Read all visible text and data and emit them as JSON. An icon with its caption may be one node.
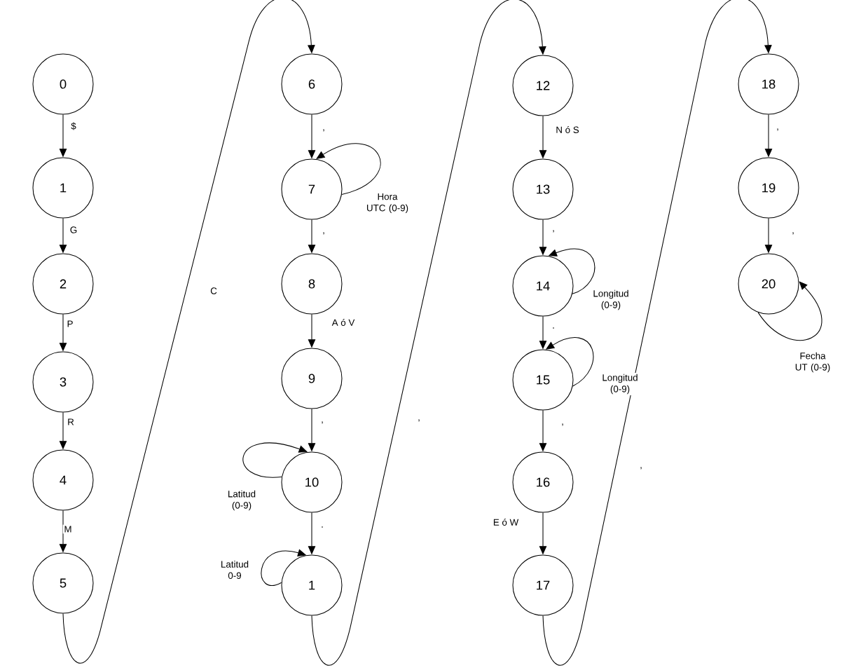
{
  "diagram": {
    "nodes": [
      {
        "text": [
          "0"
        ]
      },
      {
        "text": [
          "1"
        ]
      },
      {
        "text": [
          "2"
        ]
      },
      {
        "text": [
          "3"
        ]
      },
      {
        "text": [
          "4"
        ]
      },
      {
        "text": [
          "5"
        ]
      },
      {
        "text": [
          "6"
        ]
      },
      {
        "text": [
          "7"
        ]
      },
      {
        "text": [
          "8"
        ]
      },
      {
        "text": [
          "9"
        ]
      },
      {
        "text": [
          "10"
        ]
      },
      {
        "text": [
          "1"
        ]
      },
      {
        "text": [
          "12"
        ]
      },
      {
        "text": [
          "13"
        ]
      },
      {
        "text": [
          "14"
        ]
      },
      {
        "text": [
          "15"
        ]
      },
      {
        "text": [
          "16"
        ]
      },
      {
        "text": [
          "17"
        ]
      },
      {
        "text": [
          "18"
        ]
      },
      {
        "text": [
          "19"
        ]
      },
      {
        "text": [
          "20"
        ]
      }
    ],
    "edges": [
      {
        "from": 0,
        "to": 1,
        "arrow": "to",
        "label": "$"
      },
      {
        "from": 1,
        "to": 2,
        "arrow": "to",
        "label": "G"
      },
      {
        "from": 2,
        "to": 3,
        "arrow": "to",
        "label": "P"
      },
      {
        "from": 3,
        "to": 4,
        "arrow": "to",
        "label": "R"
      },
      {
        "from": 4,
        "to": 5,
        "arrow": "to",
        "label": "M"
      },
      {
        "from": 5,
        "to": 6,
        "arrow": "to",
        "label": "C"
      },
      {
        "from": 6,
        "to": 7,
        "arrow": "to",
        "label": ","
      },
      {
        "from": 7,
        "to": 7,
        "arrow": "to",
        "label": "Hora UTC (0-9)"
      },
      {
        "from": 7,
        "to": 8,
        "arrow": "to",
        "label": ","
      },
      {
        "from": 8,
        "to": 9,
        "arrow": "to",
        "label": "A ó V"
      },
      {
        "from": 9,
        "to": 10,
        "arrow": "to",
        "label": ","
      },
      {
        "from": 10,
        "to": 10,
        "arrow": "to",
        "label": "Latitud (0-9)"
      },
      {
        "from": 10,
        "to": 11,
        "arrow": "to",
        "label": "."
      },
      {
        "from": 11,
        "to": 11,
        "arrow": "to",
        "label": "Latitud 0-9"
      },
      {
        "from": 11,
        "to": 12,
        "arrow": "to",
        "label": ","
      },
      {
        "from": 12,
        "to": 13,
        "arrow": "to",
        "label": "N ó S"
      },
      {
        "from": 13,
        "to": 14,
        "arrow": "to",
        "label": ","
      },
      {
        "from": 14,
        "to": 14,
        "arrow": "to",
        "label": "Longitud (0-9)"
      },
      {
        "from": 14,
        "to": 15,
        "arrow": "to",
        "label": "."
      },
      {
        "from": 15,
        "to": 15,
        "arrow": "to",
        "label": "Longitud (0-9)"
      },
      {
        "from": 15,
        "to": 16,
        "arrow": "to",
        "label": ","
      },
      {
        "from": 16,
        "to": 17,
        "arrow": "to",
        "label": "E ó W"
      },
      {
        "from": 17,
        "to": 18,
        "arrow": "to",
        "label": ","
      },
      {
        "from": 18,
        "to": 19,
        "arrow": "to",
        "label": ","
      },
      {
        "from": 19,
        "to": 20,
        "arrow": "to",
        "label": ","
      },
      {
        "from": 20,
        "to": 20,
        "arrow": "to",
        "label": "Fecha UT (0-9)"
      }
    ]
  }
}
